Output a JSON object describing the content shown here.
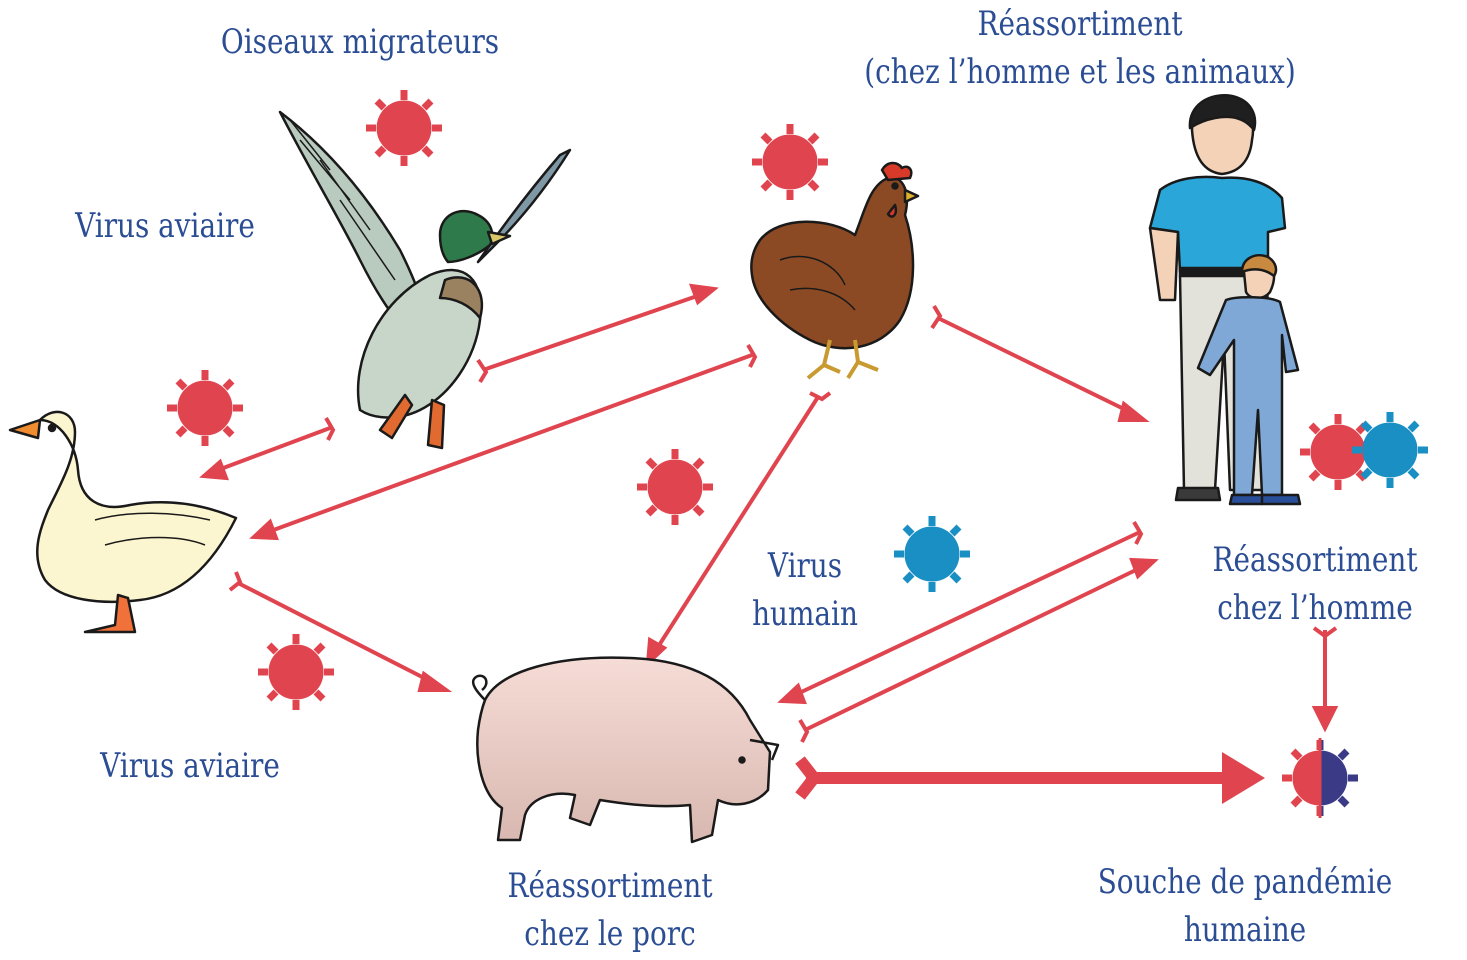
{
  "labels": {
    "migratory_birds": "Oiseaux migrateurs",
    "reassortment_title_line1": "Réassortiment",
    "reassortment_title_line2": "(chez l’homme et les animaux)",
    "avian_virus_top": "Virus aviaire",
    "avian_virus_bottom": "Virus aviaire",
    "human_virus_line1": "Virus",
    "human_virus_line2": "humain",
    "human_reassortment_line1": "Réassortiment",
    "human_reassortment_line2": "chez l’homme",
    "pig_reassortment_line1": "Réassortiment",
    "pig_reassortment_line2": "chez le porc",
    "pandemic_strain_line1": "Souche de pandémie",
    "pandemic_strain_line2": "humaine"
  },
  "colors": {
    "label_text": "#2b4d94",
    "avian_virus": "#e0454f",
    "human_virus": "#1a8fc4",
    "pandemic_virus_right": "#3b3a86",
    "arrow": "#e0454f"
  },
  "icons": {
    "duck": "mallard-duck-icon",
    "goose": "goose-icon",
    "hen": "hen-icon",
    "pig": "pig-icon",
    "humans": "man-and-child-icon",
    "avian_virus": "avian-virus-icon",
    "human_virus": "human-virus-icon",
    "pandemic_virus": "pandemic-virus-icon"
  }
}
